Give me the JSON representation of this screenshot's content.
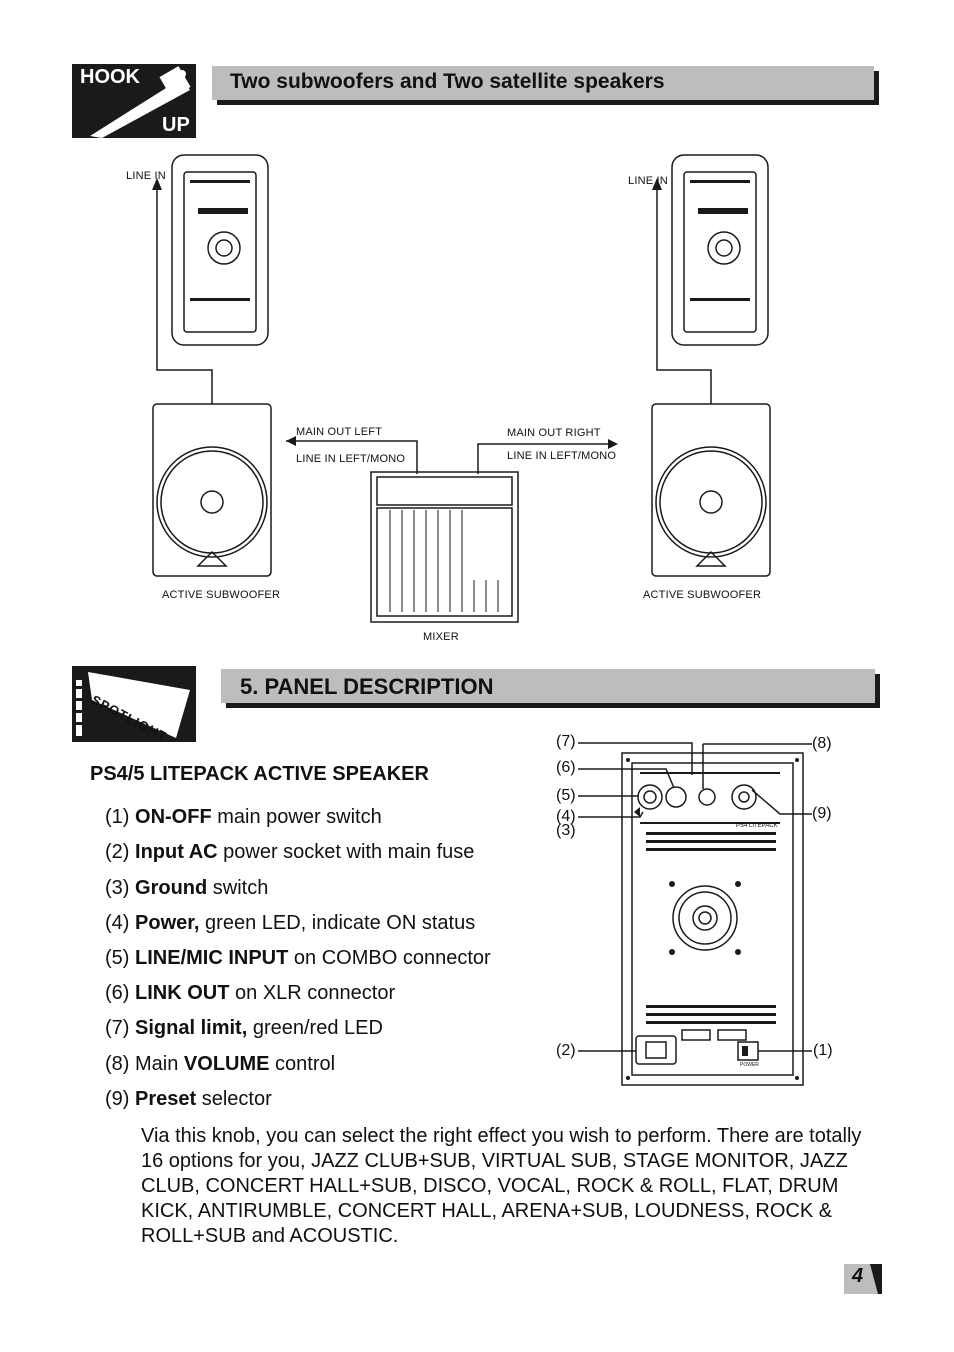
{
  "hookup": {
    "badge_top": "HOOK",
    "badge_bottom": "UP",
    "title": "Two subwoofers and Two satellite speakers"
  },
  "diagram": {
    "line_in_left": "LINE IN",
    "line_in_right": "LINE IN",
    "main_out_left": "MAIN OUT LEFT",
    "line_in_left_mono_1": "LINE IN LEFT/MONO",
    "main_out_right": "MAIN OUT RIGHT",
    "line_in_left_mono_2": "LINE IN LEFT/MONO",
    "active_sub_left": "ACTIVE SUBWOOFER",
    "active_sub_right": "ACTIVE SUBWOOFER",
    "mixer": "MIXER"
  },
  "spotlight": {
    "badge": "SPOTLIGHT",
    "title": "5. PANEL DESCRIPTION"
  },
  "panel": {
    "heading": "PS4/5 LITEPACK ACTIVE SPEAKER",
    "items": [
      {
        "num": "(1)",
        "bold": "ON-OFF",
        "rest": " main power switch"
      },
      {
        "num": "(2)",
        "bold": "Input AC",
        "rest": " power socket with main fuse"
      },
      {
        "num": "(3)",
        "bold": "Ground",
        "rest": " switch"
      },
      {
        "num": "(4)",
        "bold": "Power,",
        "rest": " green LED, indicate ON status"
      },
      {
        "num": "(5)",
        "bold": "LINE/MIC INPUT",
        "rest": " on COMBO connector"
      },
      {
        "num": "(6)",
        "bold": "LINK OUT",
        "rest": " on XLR connector"
      },
      {
        "num": "(7)",
        "bold": "Signal limit,",
        "rest": " green/red LED"
      },
      {
        "num": "(8)",
        "pre": " Main ",
        "bold": "VOLUME",
        "rest": " control"
      },
      {
        "num": "(9)",
        "bold": "Preset",
        "rest": " selector"
      }
    ],
    "description": "Via this knob, you can select the right effect you wish to perform. There are totally 16 options for you, JAZZ CLUB+SUB, VIRTUAL SUB, STAGE MONITOR, JAZZ CLUB, CONCERT HALL+SUB, DISCO, VOCAL, ROCK & ROLL, FLAT, DRUM KICK, ANTIRUMBLE,  CONCERT HALL, ARENA+SUB, LOUDNESS, ROCK &  ROLL+SUB and ACOUSTIC.",
    "callouts": {
      "c7": "(7)",
      "c6": "(6)",
      "c5": "(5)",
      "c4": "(4)",
      "c3": "(3)",
      "c8": "(8)",
      "c9": "(9)",
      "c2": "(2)",
      "c1": "(1)"
    },
    "panel_model": "PS4 LITEPACK",
    "power_label": "POWER"
  },
  "page_number": "4"
}
